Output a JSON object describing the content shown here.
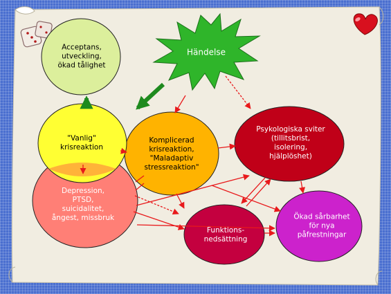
{
  "nodes": {
    "handelse": "Händelse",
    "acceptans": "Acceptans,\nutveckling,\nökad tålighet",
    "vanlig": "\"Vanlig\"\nkrisreaktion",
    "komplicerad": "Komplicerad\nkrisreaktion,\n\"Maladaptiv\nstressreaktion\"",
    "psykologiska": "Psykologiska sviter\n(tillitsbrist,\nisolering,\nhjälplöshet)",
    "depression": "Depression,\nPTSD,\nsuicidalitet,\nångest, missbruk",
    "funktion": "Funktions-\nnedsättning",
    "okad": "Ökad sårbarhet\nför nya\npåfrestningar"
  },
  "colors": {
    "background": "#4a6fd0",
    "parchment": "#f1ede1",
    "burst": "#2fb52a",
    "acceptans": "#dcef9c",
    "vanlig": "#ffff33",
    "komplicerad": "#ffb300",
    "psykologiska": "#c00018",
    "depression": "#ff7f76",
    "funktion": "#c4003f",
    "okad": "#cc22cc",
    "arrow_red": "#e8191b",
    "arrow_green": "#1e8a1e"
  },
  "icons": [
    "dice-icon",
    "heart-icon"
  ]
}
